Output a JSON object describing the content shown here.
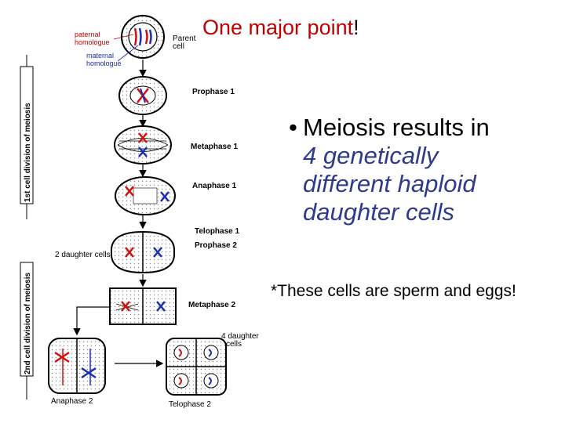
{
  "slide": {
    "title": "One major point",
    "title_mark": "!",
    "bullet": {
      "lead": "Meiosis results in",
      "lines": [
        "4 genetically",
        "different haploid",
        "daughter cells"
      ]
    },
    "note": "*These cells are sperm and eggs!"
  },
  "diagram": {
    "side_labels": {
      "first": "1st cell division of meiosis",
      "second": "2nd cell division of meiosis"
    },
    "labels": {
      "paternal": [
        "paternal",
        "homologue"
      ],
      "maternal": [
        "maternal",
        "homologue"
      ],
      "parent": [
        "Parent",
        "cell"
      ],
      "prophase1": "Prophase 1",
      "metaphase1": "Metaphase 1",
      "anaphase1": "Anaphase 1",
      "telophase1": "Telophase 1",
      "prophase2": "Prophase 2",
      "two_daughter": "2 daughter cells",
      "metaphase2": "Metaphase 2",
      "four_daughter": [
        "4 daughter",
        "cells"
      ],
      "anaphase2": "Anaphase 2",
      "telophase2": "Telophase 2"
    }
  },
  "colors": {
    "title": "#c00000",
    "emphasis": "#2e3a8c",
    "paternal": "#d01010",
    "maternal": "#1a2fb0"
  }
}
